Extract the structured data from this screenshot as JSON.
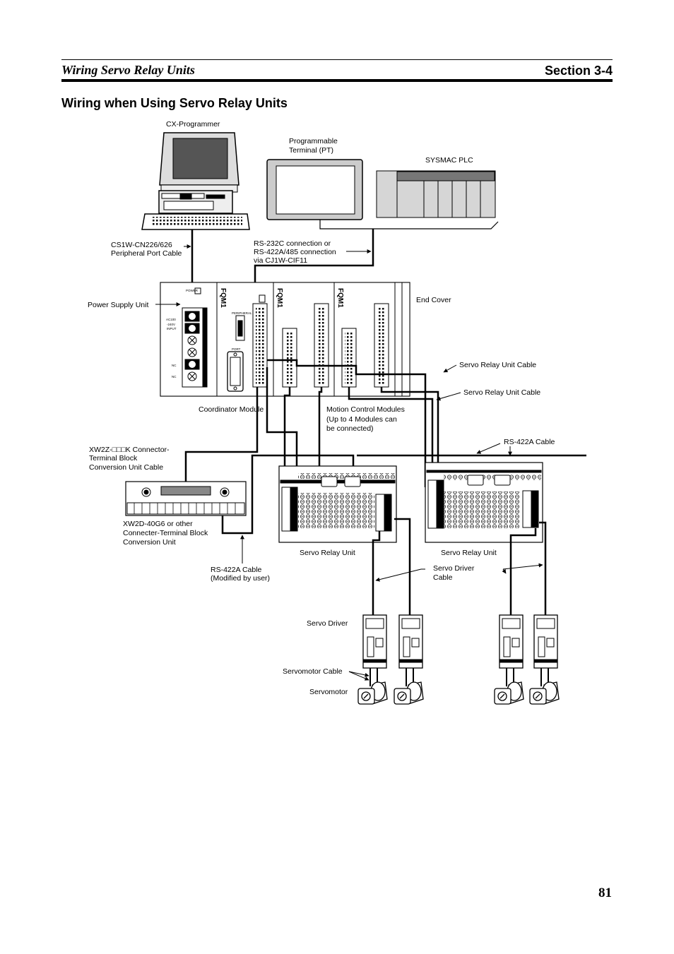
{
  "header": {
    "left_title": "Wiring Servo Relay Units",
    "right_title": "Section 3-4"
  },
  "page_title": "Wiring when Using Servo Relay Units",
  "page_number": "81",
  "labels": {
    "cx_programmer": "CX-Programmer",
    "pt_line1": "Programmable",
    "pt_line2": "Terminal (PT)",
    "sysmac_plc": "SYSMAC PLC",
    "cs1w_line1": "CS1W-CN226/626",
    "cs1w_line2": "Peripheral Port Cable",
    "rs232_line1": "RS-232C connection or",
    "rs232_line2": "RS-422A/485 connection",
    "rs232_line3": "via CJ1W-CIF11",
    "power_supply_unit": "Power Supply Unit",
    "end_cover": "End Cover",
    "servo_relay_unit_cable_1": "Servo Relay Unit Cable",
    "servo_relay_unit_cable_2": "Servo Relay Unit Cable",
    "coordinator_module": "Coordinator Module",
    "mcm_line1": "Motion Control Modules",
    "mcm_line2": "(Up to 4 Modules can",
    "mcm_line3": "be connected)",
    "xw2z_line1": "XW2Z-□□□K Connector-",
    "xw2z_line2": "Terminal Block",
    "xw2z_line3": "Conversion Unit Cable",
    "rs422a_cable": "RS-422A Cable",
    "xw2d_line1": "XW2D-40G6 or other",
    "xw2d_line2": "Connecter-Terminal Block",
    "xw2d_line3": "Conversion Unit",
    "rs422a_mod_line1": "RS-422A Cable",
    "rs422a_mod_line2": "(Modified by user)",
    "servo_relay_unit_1": "Servo Relay Unit",
    "servo_relay_unit_2": "Servo Relay Unit",
    "servo_driver_cable_line1": "Servo Driver",
    "servo_driver_cable_line2": "Cable",
    "servo_driver": "Servo Driver",
    "servomotor_cable": "Servomotor Cable",
    "servomotor": "Servomotor"
  },
  "unit_markings": {
    "fqm1": "FQM1",
    "power": "POWER",
    "peripheral": "PERIPHERAL",
    "port": "PORT",
    "nc": "NC",
    "ac_input_line1": "AC100",
    "ac_input_line2": "-240V",
    "ac_input_line3": "INPUT"
  }
}
